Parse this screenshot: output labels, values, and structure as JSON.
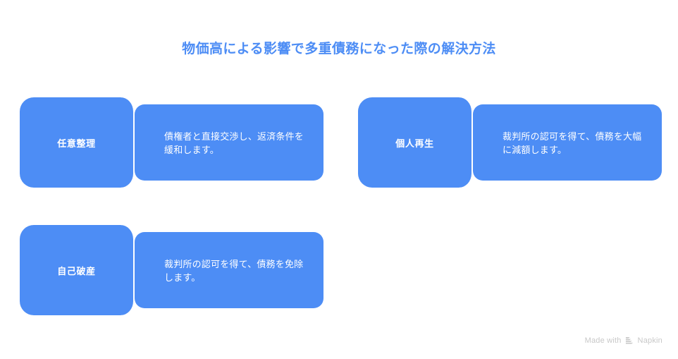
{
  "title": "物価高による影響で多重債務になった際の解決方法",
  "theme": {
    "accent": "#4d8df5",
    "background": "#ffffff",
    "label_text_color": "#ffffff",
    "body_text_color": "#ffffff",
    "watermark_color": "#c8c8c8"
  },
  "cards": [
    {
      "label": "任意整理",
      "description": "債権者と直接交渉し、返済条件を緩和します。"
    },
    {
      "label": "個人再生",
      "description": "裁判所の認可を得て、債務を大幅に減額します。"
    },
    {
      "label": "自己破産",
      "description": "裁判所の認可を得て、債務を免除します。"
    }
  ],
  "watermark": {
    "prefix": "Made with",
    "brand": "Napkin",
    "logo_icon": "napkin-chevron-logo-icon"
  }
}
